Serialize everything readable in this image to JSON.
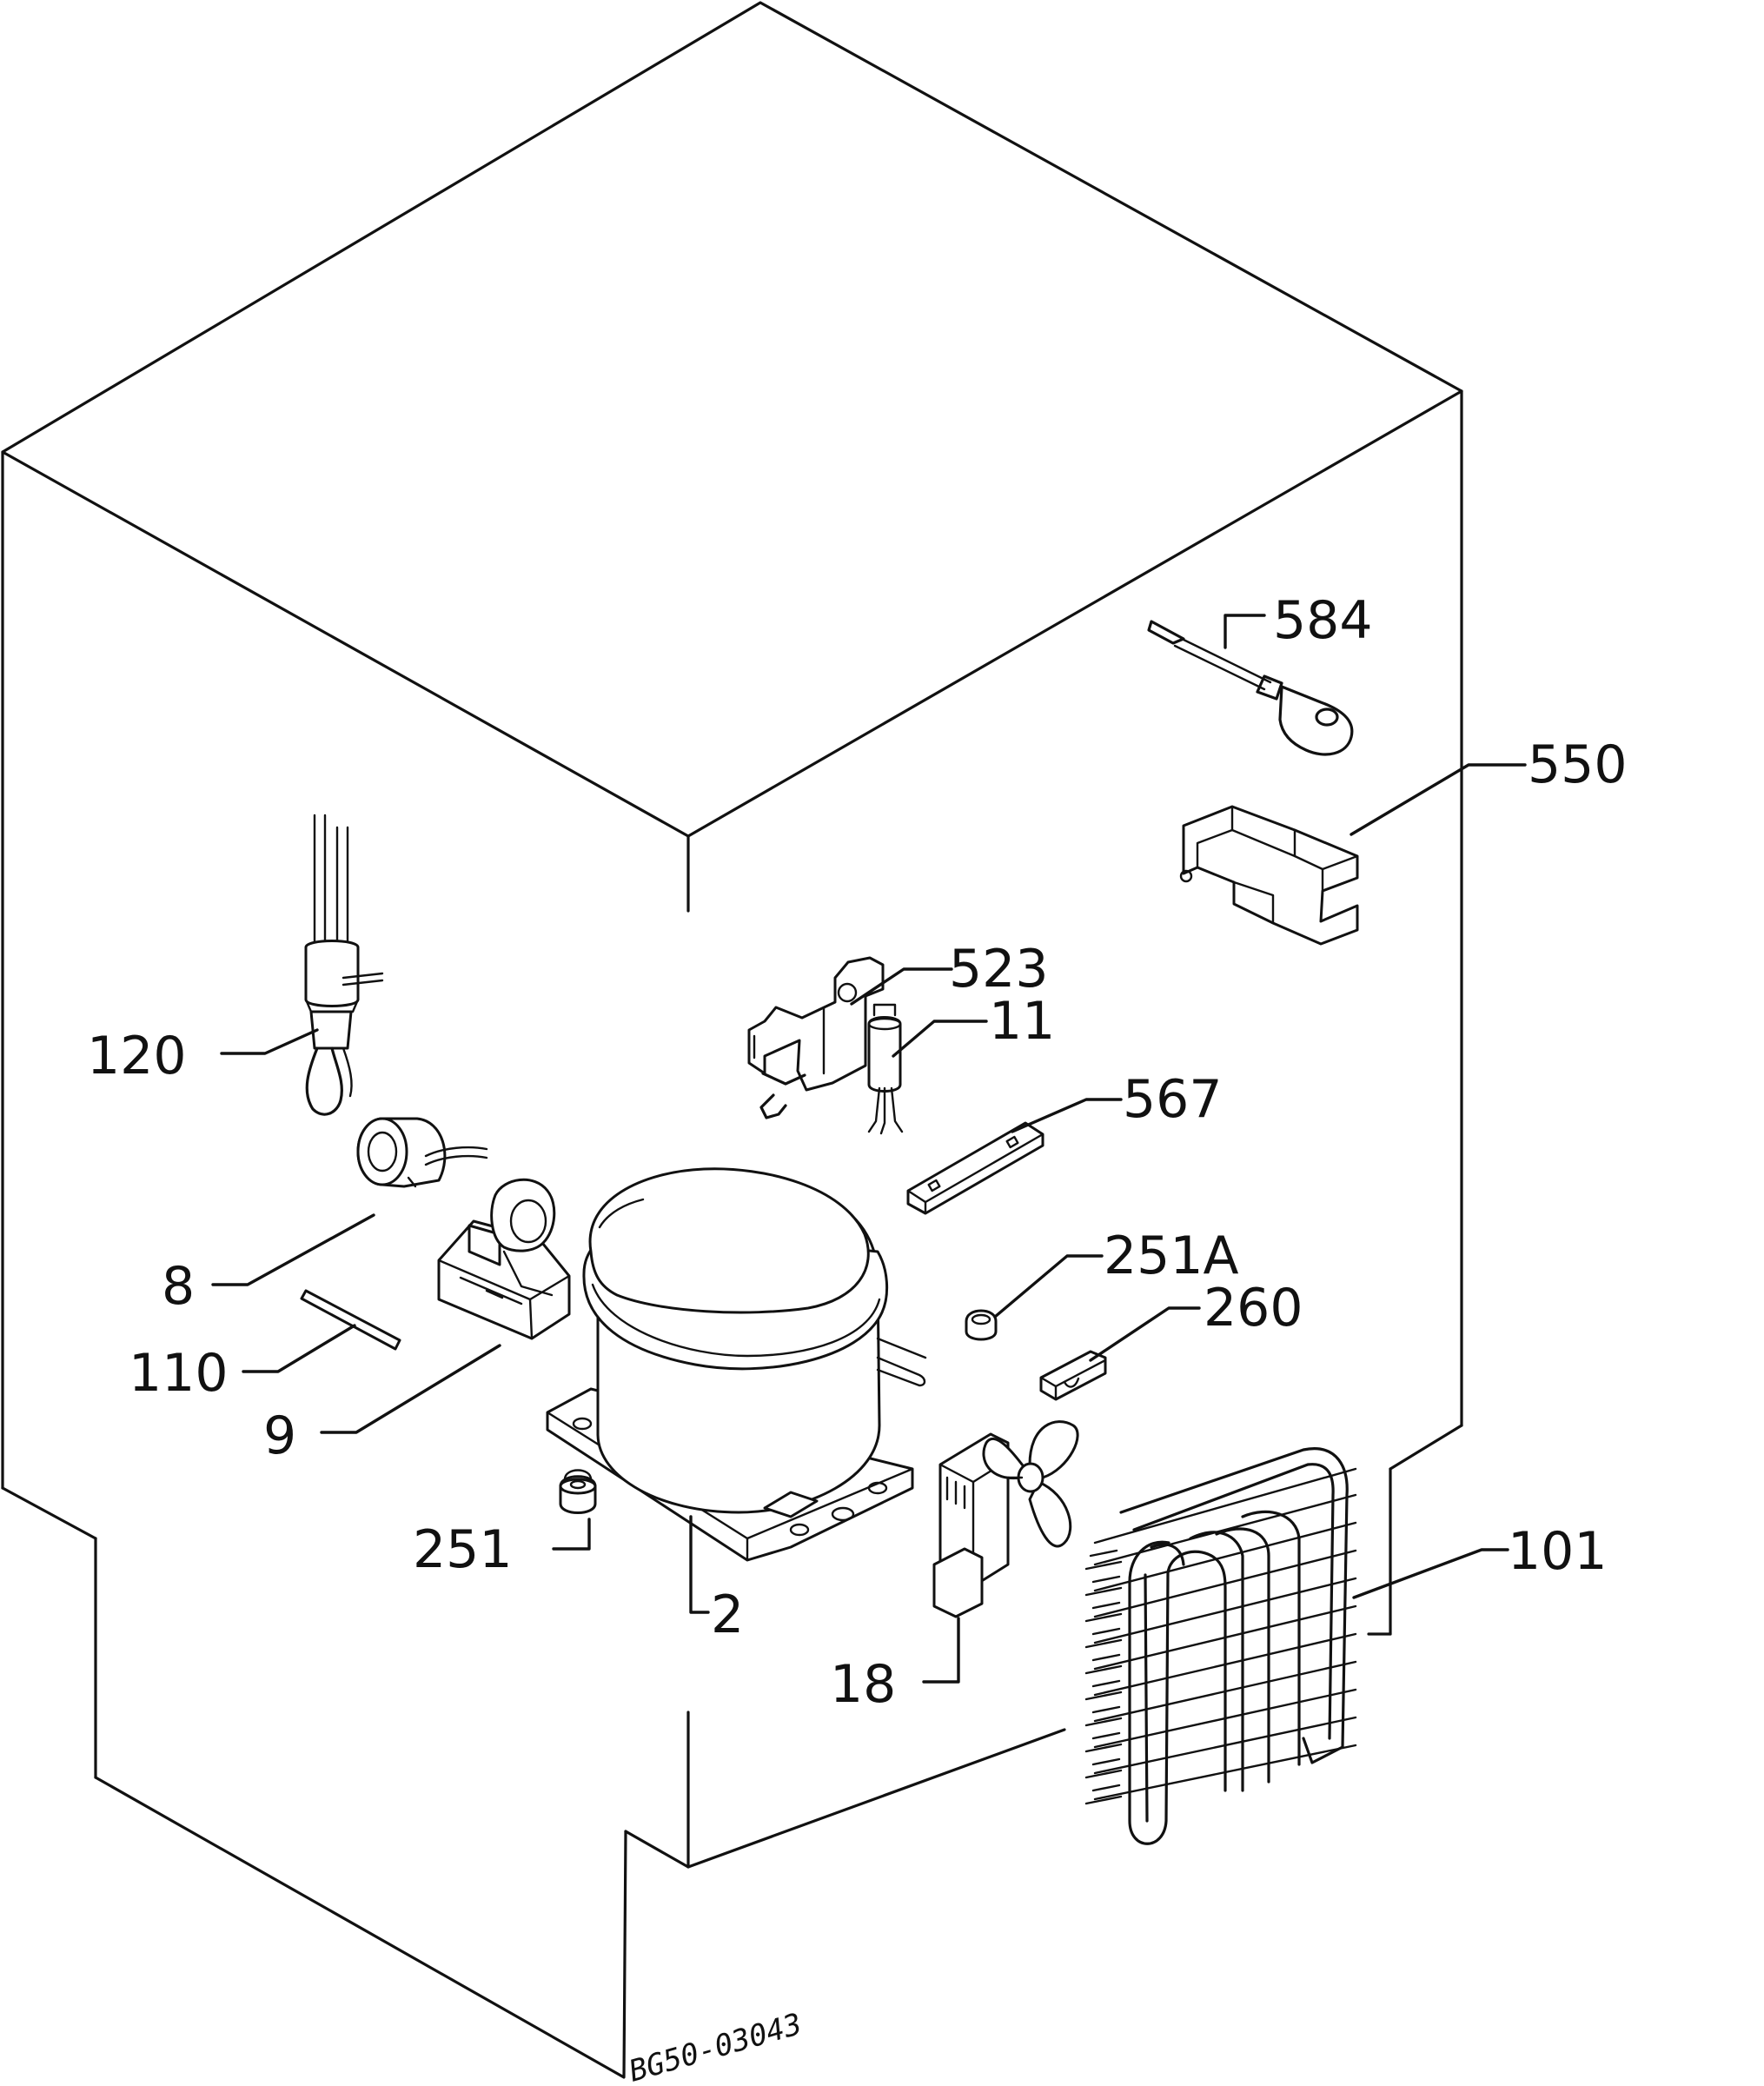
{
  "diagram": {
    "drawing_code": "BG50-03043",
    "part_labels": {
      "p584": "584",
      "p550": "550",
      "p523": "523",
      "p11": "11",
      "p567": "567",
      "p120": "120",
      "p8": "8",
      "p251A": "251A",
      "p260": "260",
      "p110": "110",
      "p9": "9",
      "p251": "251",
      "p2": "2",
      "p18": "18",
      "p101": "101"
    }
  }
}
